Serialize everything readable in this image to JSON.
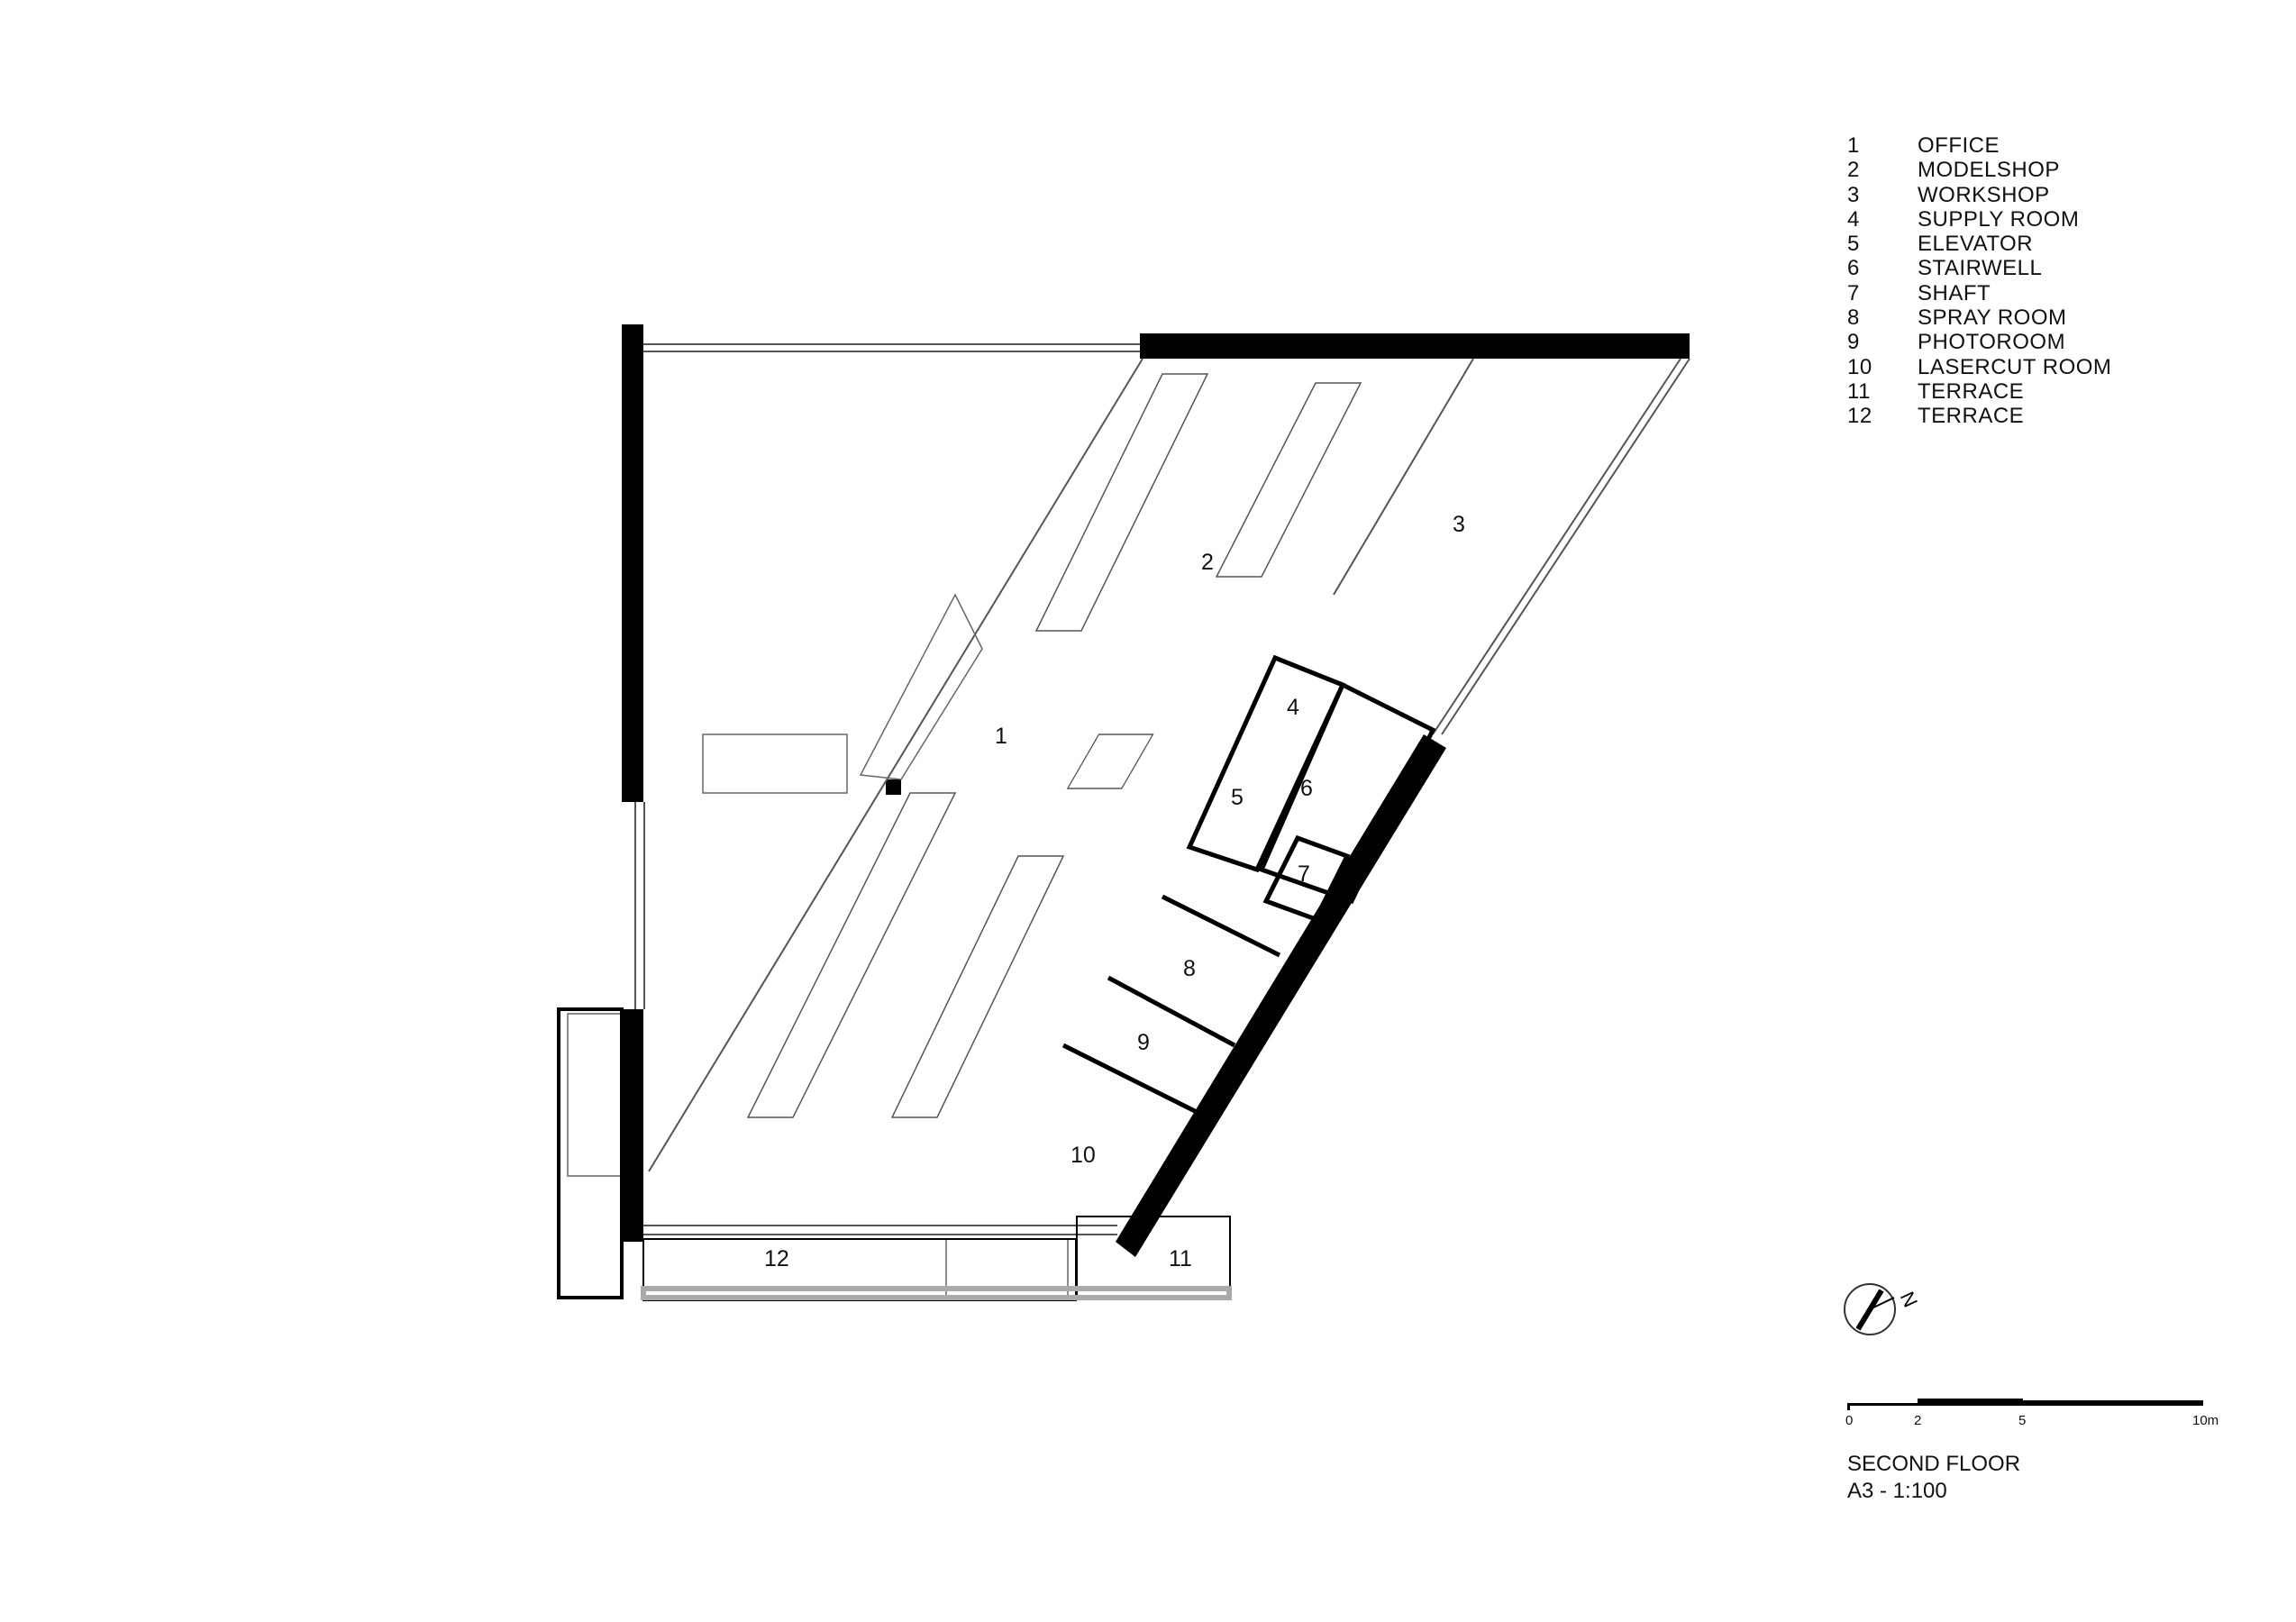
{
  "rooms": [
    {
      "num": "1",
      "name": "OFFICE"
    },
    {
      "num": "2",
      "name": "MODELSHOP"
    },
    {
      "num": "3",
      "name": "WORKSHOP"
    },
    {
      "num": "4",
      "name": "SUPPLY ROOM"
    },
    {
      "num": "5",
      "name": "ELEVATOR"
    },
    {
      "num": "6",
      "name": "STAIRWELL"
    },
    {
      "num": "7",
      "name": "SHAFT"
    },
    {
      "num": "8",
      "name": "SPRAY ROOM"
    },
    {
      "num": "9",
      "name": "PHOTOROOM"
    },
    {
      "num": "10",
      "name": "LASERCUT ROOM"
    },
    {
      "num": "11",
      "name": "TERRACE"
    },
    {
      "num": "12",
      "name": "TERRACE"
    }
  ],
  "north": {
    "label": "N",
    "icon": "north-arrow-icon"
  },
  "scale_bar": {
    "ticks": [
      "0",
      "2",
      "5",
      "10m"
    ]
  },
  "caption": {
    "title": "SECOND FLOOR",
    "scale": "A3 - 1:100"
  }
}
